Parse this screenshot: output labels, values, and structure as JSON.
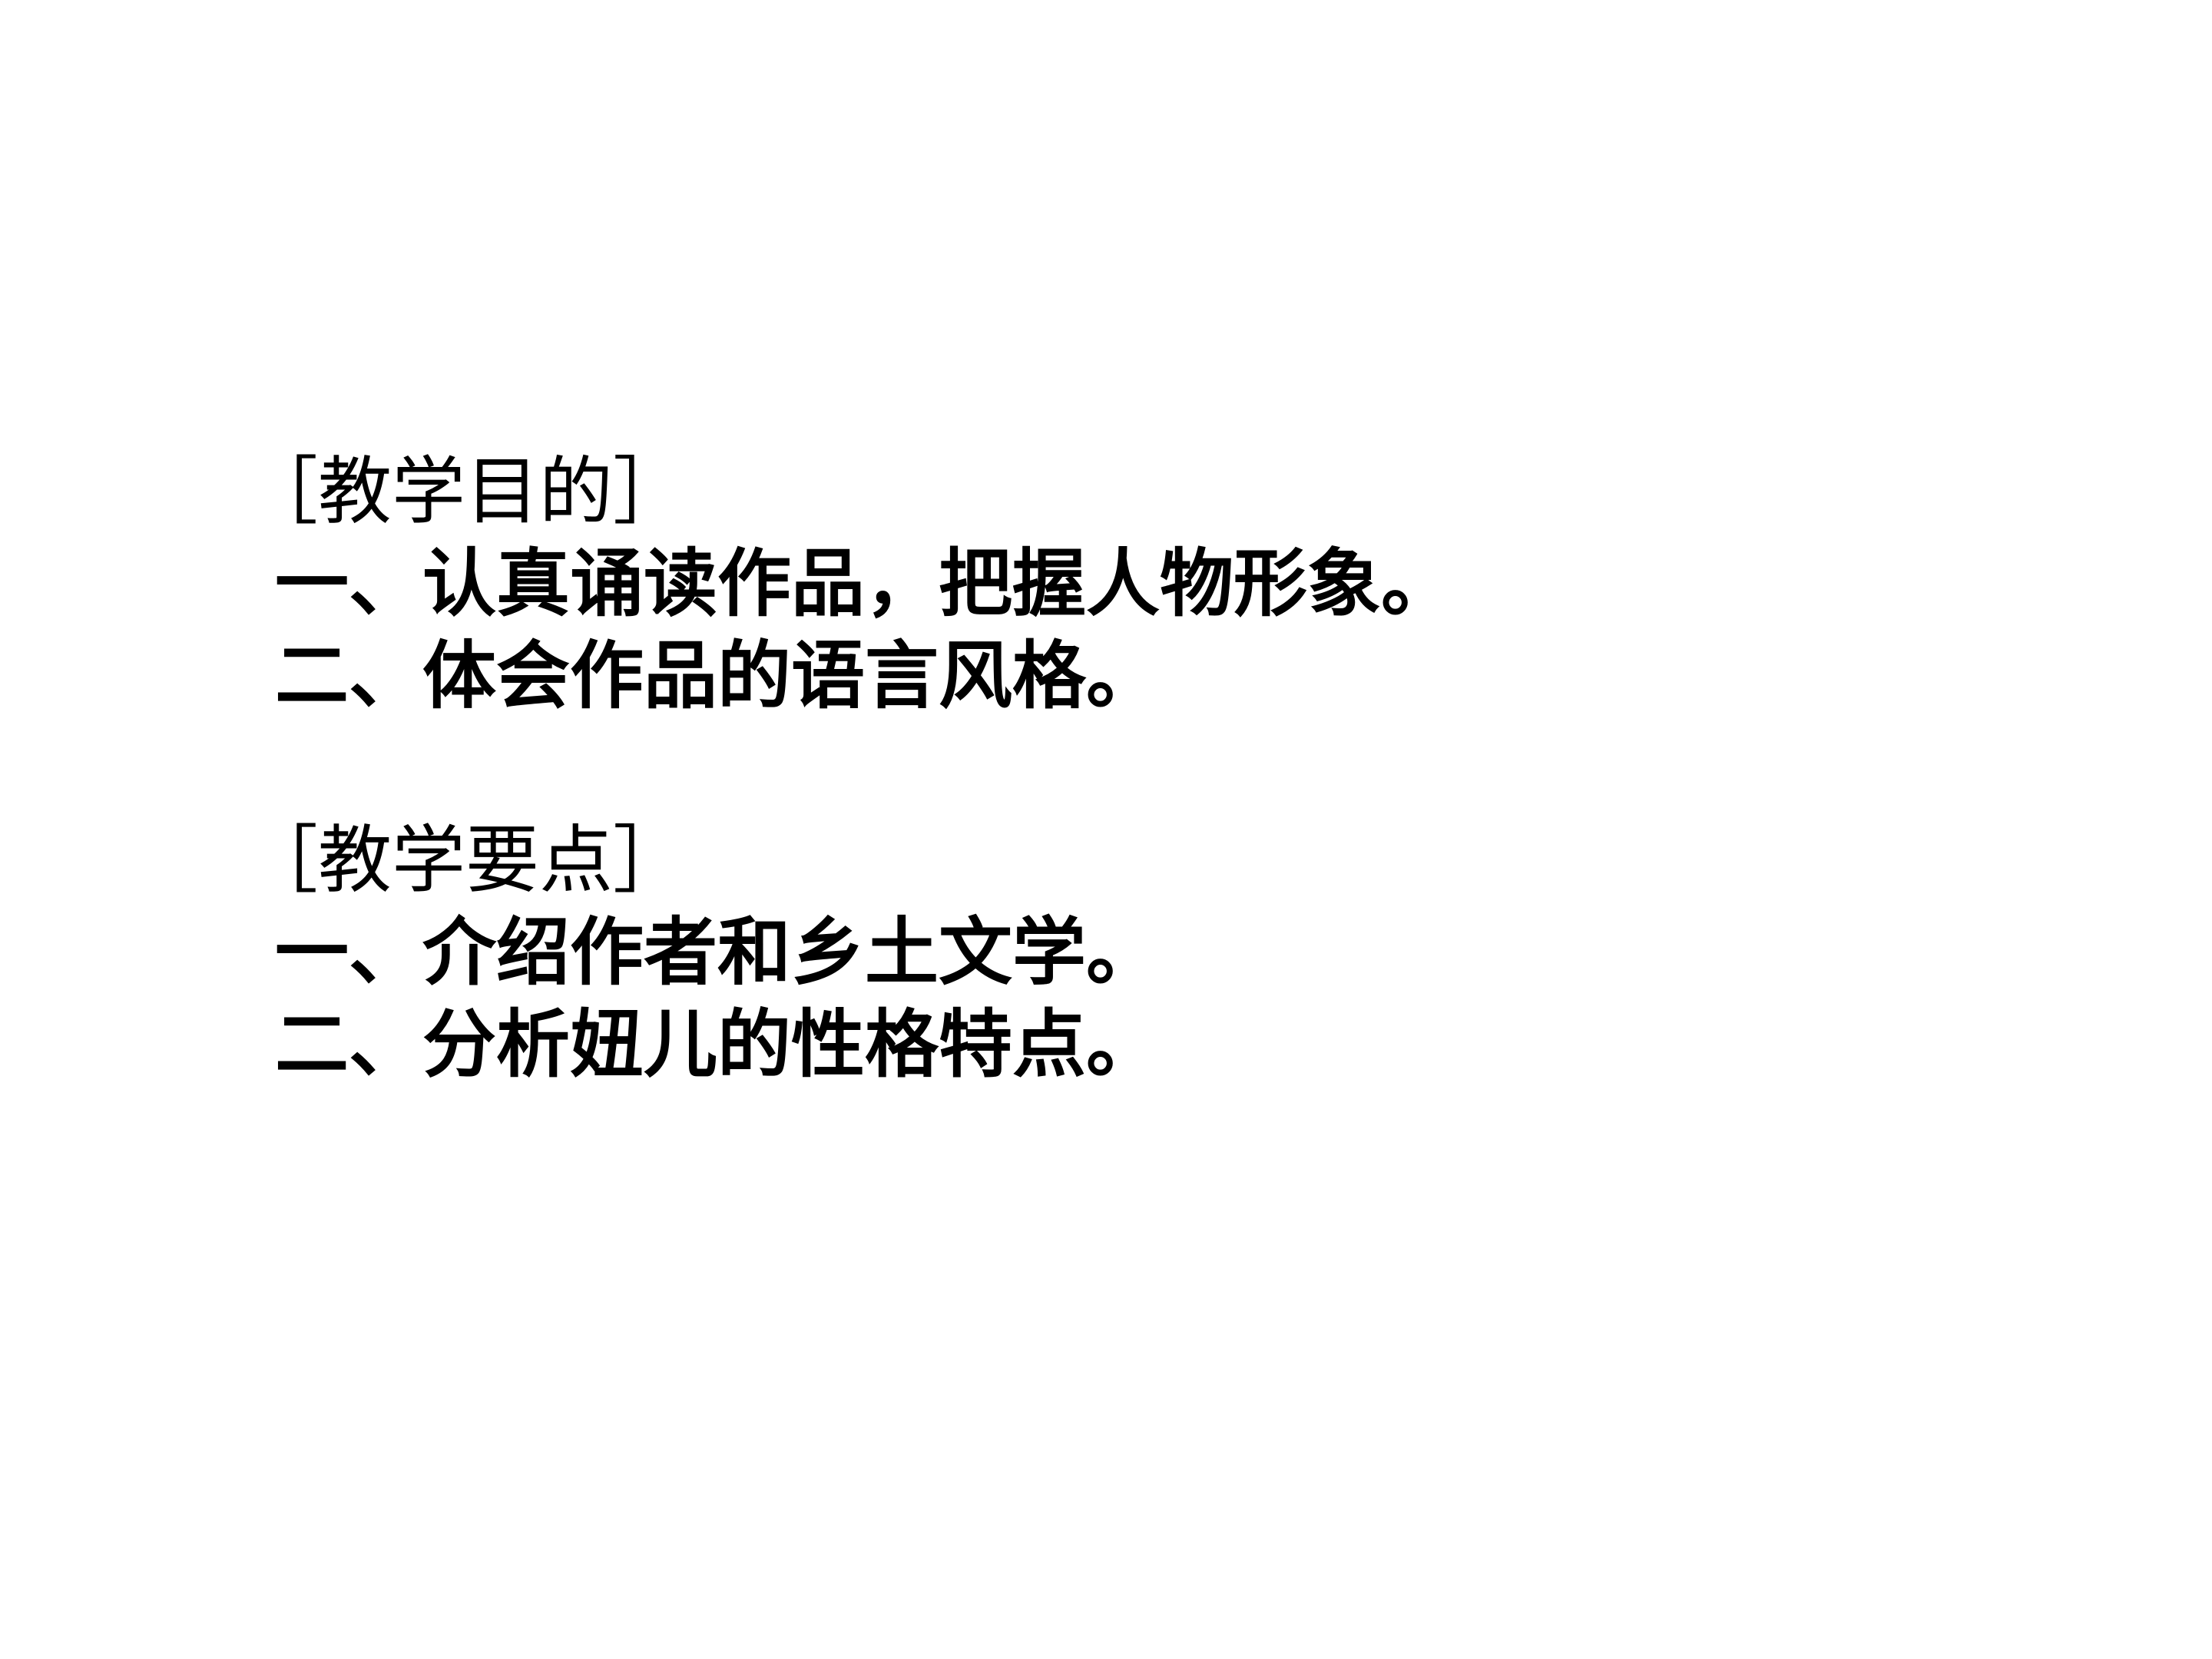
{
  "sections": [
    {
      "heading": "［教学目的］",
      "items": [
        "一、认真诵读作品，把握人物形象。",
        "二、体会作品的语言风格。"
      ]
    },
    {
      "heading": "［教学要点］",
      "items": [
        "一、介绍作者和乡土文学。",
        "二、分析妞儿的性格特点。"
      ]
    }
  ]
}
